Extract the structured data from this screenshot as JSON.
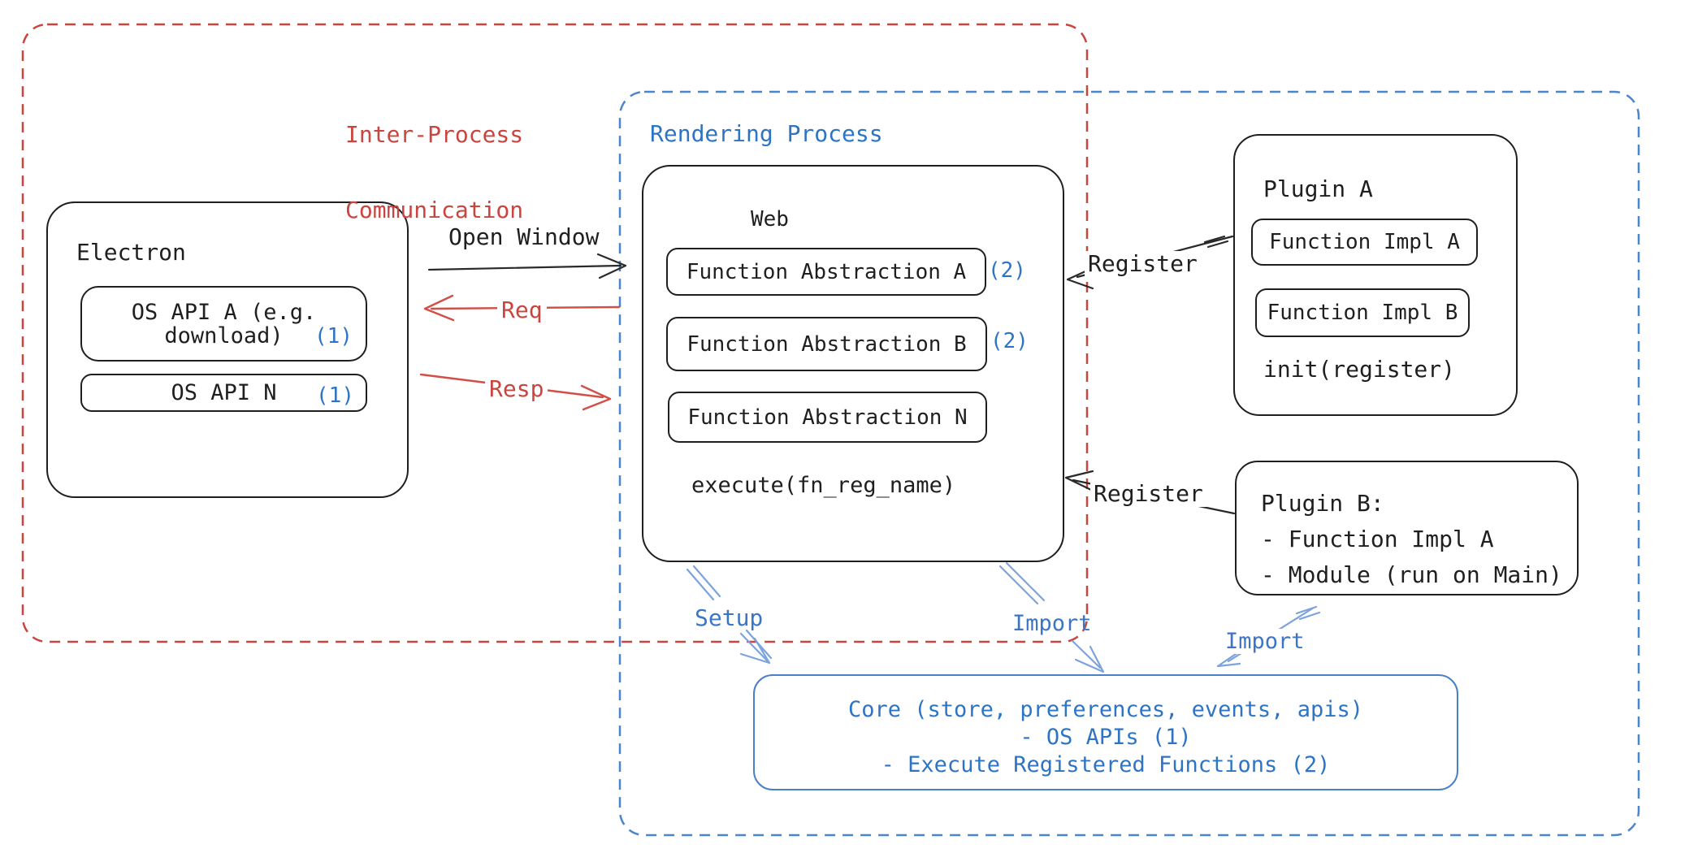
{
  "colors": {
    "red": "#c9453f",
    "blue": "#2e74c4",
    "light_blue": "#7ca3dd",
    "dashed_blue": "#4886cf",
    "ink": "#1f1f1f",
    "core_border": "#4a80c4"
  },
  "groups": {
    "ipc": {
      "label_line1": "Inter-Process",
      "label_line2": "Communication"
    },
    "rendering": {
      "label": "Rendering Process"
    }
  },
  "electron": {
    "title": "Electron",
    "os_api_a": {
      "line1": "OS API A (e.g.",
      "line2": "download)",
      "ref": "(1)"
    },
    "os_api_n": {
      "label": "OS API N",
      "ref": "(1)"
    }
  },
  "web": {
    "title": "Web",
    "abstractions": [
      {
        "label": "Function Abstraction A",
        "ref": "(2)"
      },
      {
        "label": "Function Abstraction B",
        "ref": "(2)"
      },
      {
        "label": "Function Abstraction N",
        "ref": ""
      }
    ],
    "execute_label": "execute(fn_reg_name)"
  },
  "plugin_a": {
    "title": "Plugin A",
    "impl_a": "Function Impl A",
    "impl_b": "Function Impl B",
    "init_label": "init(register)"
  },
  "plugin_b": {
    "line1": "Plugin B:",
    "line2": "- Function Impl A",
    "line3": "- Module (run on Main)"
  },
  "core": {
    "line1": "Core (store, preferences, events, apis)",
    "line2": "- OS APIs (1)",
    "line3": "- Execute Registered Functions (2)"
  },
  "arrows": {
    "open_window": "Open Window",
    "req": "Req",
    "resp": "Resp",
    "register_a": "Register",
    "register_b": "Register",
    "setup": "Setup",
    "import_web": "Import",
    "import_plugin": "Import"
  }
}
